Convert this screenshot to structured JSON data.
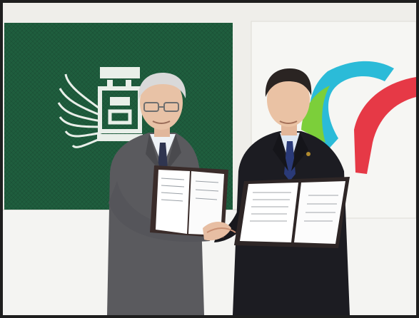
{
  "scene": {
    "subject": "two-people-shaking-hands-holding-signed-agreements",
    "left_banner": {
      "color": "#1f5e3e",
      "emblem": "wing-crest-emblem"
    },
    "right_banner": {
      "color": "#f4f4f2",
      "logo": "swirl-logo",
      "logo_colors": [
        "#2bbbd8",
        "#e63946",
        "#7ccf3a"
      ]
    },
    "people": [
      {
        "name_tag": "person-left",
        "suit_color": "#5a5a5e",
        "hair": "gray"
      },
      {
        "name_tag": "person-right",
        "suit_color": "#1c1c22",
        "hair": "black"
      }
    ],
    "documents": [
      "agreement-left",
      "agreement-right"
    ]
  }
}
